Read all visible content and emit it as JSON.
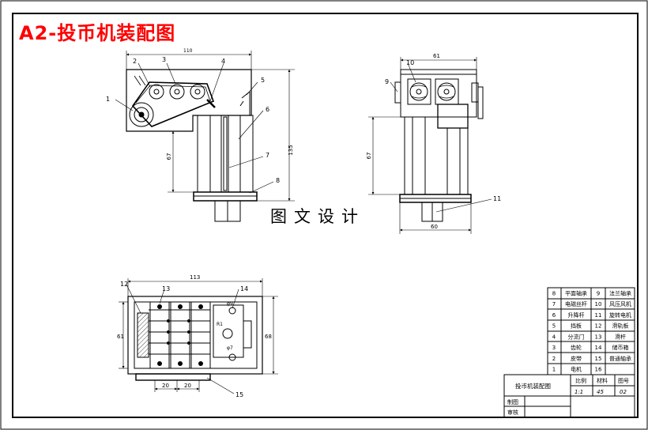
{
  "title": "A2-投币机装配图",
  "watermark": "图文设计",
  "dims": {
    "front_width": "110",
    "front_height": "135",
    "front_lower_height": "67",
    "side_width": "61",
    "side_lower_height": "67",
    "side_base_width": "60",
    "top_width": "113",
    "top_left_height": "61",
    "top_right_height": "68",
    "top_pitch_1": "20",
    "top_pitch_2": "20",
    "r1": "R1",
    "phi7": "φ7",
    "phi9": "φ9"
  },
  "balloons": {
    "b1": "1",
    "b2": "2",
    "b3": "3",
    "b4": "4",
    "b5": "5",
    "b6": "6",
    "b7": "7",
    "b8": "8",
    "b9": "9",
    "b10": "10",
    "b11": "11",
    "b12": "12",
    "b13": "13",
    "b14": "14",
    "b15": "15"
  },
  "bom": [
    {
      "no_a": "8",
      "name_a": "平面轴承",
      "no_b": "9",
      "name_b": "法兰轴承"
    },
    {
      "no_a": "7",
      "name_a": "电磁丝杆",
      "no_b": "10",
      "name_b": "风压风机"
    },
    {
      "no_a": "6",
      "name_a": "升降杆",
      "no_b": "11",
      "name_b": "旋转电机"
    },
    {
      "no_a": "5",
      "name_a": "挡板",
      "no_b": "12",
      "name_b": "滑轨板"
    },
    {
      "no_a": "4",
      "name_a": "分流门",
      "no_b": "13",
      "name_b": "滑杆"
    },
    {
      "no_a": "3",
      "name_a": "齿轮",
      "no_b": "14",
      "name_b": "储币箱"
    },
    {
      "no_a": "2",
      "name_a": "皮带",
      "no_b": "15",
      "name_b": "普通轴承"
    },
    {
      "no_a": "1",
      "name_a": "电机",
      "no_b": "16",
      "name_b": ""
    }
  ],
  "title_block": {
    "drawing_name": "投币机装配图",
    "scale_label": "比例",
    "material_label": "材料",
    "drawing_no_label": "图号",
    "scale_value": "1:1",
    "material_value": "45",
    "drawing_no_value": "02",
    "drawn_label": "制图",
    "checked_label": "审核"
  },
  "colors": {
    "title": "#ff0000",
    "line": "#000000",
    "background": "#ffffff"
  }
}
